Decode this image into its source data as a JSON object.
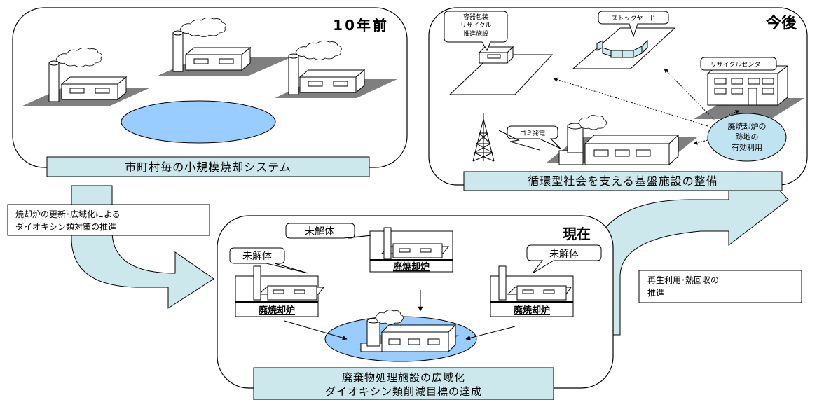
{
  "panel_past": {
    "title": "10年前",
    "caption": "市町村毎の小規模焼却システム"
  },
  "panel_future": {
    "title": "今後",
    "caption": "循環型社会を支える基盤施設の整備",
    "label_packaging": [
      "容器包装",
      "リサイクル",
      "推進施設"
    ],
    "label_stockyard": "ストックヤード",
    "label_recycle_center": "リサイクルセンター",
    "label_power": "ゴミ発電",
    "label_site_use": [
      "廃焼却炉の",
      "跡地の",
      "有効利用"
    ]
  },
  "panel_present": {
    "title": "現在",
    "caption": [
      "廃棄物処理施設の広域化",
      "ダイオキシン類削減目標の達成"
    ],
    "label_undismantled": "未解体",
    "label_old_incinerator": "廃焼却炉"
  },
  "arrow_left_text": [
    "焼却炉の更新･広域化による",
    "ダイオキシン類対策の推進"
  ],
  "arrow_right_text": [
    "再生利用･熱回収の",
    "推進"
  ],
  "colors": {
    "caption_fill": "#CCE8EC",
    "pond_fill": "#99CCFF",
    "arrow_fill": "#CCE8EC",
    "ground_fill": "#7F7F7F",
    "site_circle_fill": "#BFE3F1"
  }
}
